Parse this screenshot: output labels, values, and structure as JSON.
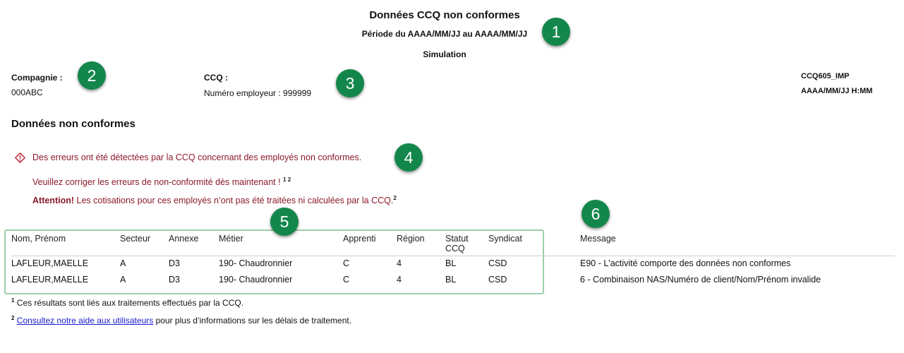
{
  "report": {
    "title": "Données CCQ non conformes",
    "period": "Période du AAAA/MM/JJ au AAAA/MM/JJ",
    "mode": "Simulation"
  },
  "company": {
    "label": "Compagnie :",
    "value": "000ABC"
  },
  "ccq": {
    "label": "CCQ :",
    "employer": "Numéro employeur : 999999"
  },
  "meta": {
    "report_code": "CCQ605_IMP",
    "datetime": "AAAA/MM/JJ H:MM"
  },
  "section": {
    "title": "Données non conformes"
  },
  "errors": {
    "icon": "warning-diamond-icon",
    "line1": "Des erreurs ont été détectées par la CCQ concernant des employés non conformes.",
    "line2": "Veuillez corriger les erreurs de non-conformité dès maintenant !",
    "line2_sup": "1 2",
    "attention_label": "Attention!",
    "line3": " Les cotisations pour ces employés n’ont pas été traitées ni calculées par la CCQ.",
    "line3_sup": "2",
    "color": "#8b1a2b"
  },
  "table": {
    "headers": {
      "name": "Nom, Prénom",
      "sector": "Secteur",
      "annex": "Annexe",
      "trade": "Métier",
      "apprentice": "Apprenti",
      "region": "Région",
      "status_1": "Statut",
      "status_2": "CCQ",
      "union": "Syndicat",
      "message": "Message"
    },
    "rows": [
      {
        "name": "LAFLEUR,MAELLE",
        "sector": "A",
        "annex": "D3",
        "trade": "190- Chaudronnier",
        "apprentice": "C",
        "region": "4",
        "status": "BL",
        "union": "CSD",
        "message": "E90 - L'activité comporte des données non conformes"
      },
      {
        "name": "LAFLEUR,MAELLE",
        "sector": "A",
        "annex": "D3",
        "trade": "190- Chaudronnier",
        "apprentice": "C",
        "region": "4",
        "status": "BL",
        "union": "CSD",
        "message": "6 - Combinaison NAS/Numéro de client/Nom/Prénom invalide"
      }
    ]
  },
  "notes": {
    "n1_sup": "1",
    "n1": " Ces résultats sont liés aux traitements effectués par la CCQ.",
    "n2_sup": "2",
    "n2_link": "Consultez notre aide aux utilisateurs",
    "n2_rest": " pour plus d’informations sur les délais de traitement."
  },
  "badges": [
    "1",
    "2",
    "3",
    "4",
    "5",
    "6"
  ],
  "colors": {
    "badge": "#13874b",
    "highlight_border": "#9ccfa8",
    "link": "#1a1ad0"
  }
}
